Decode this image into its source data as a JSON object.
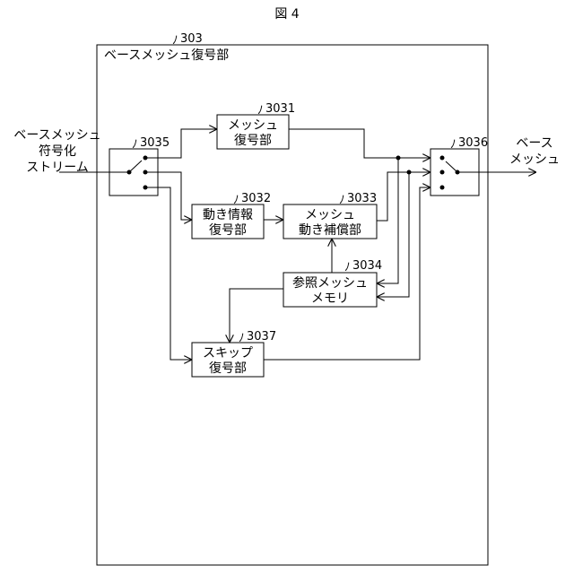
{
  "figure_title": "図 4",
  "outer_block": {
    "ref": "303",
    "label": "ベースメッシュ復号部"
  },
  "input_label": [
    "ベースメッシュ",
    "符号化",
    "ストリーム"
  ],
  "output_label": [
    "ベース",
    "メッシュ"
  ],
  "blocks": {
    "mesh_decoder": {
      "ref": "3031",
      "lines": [
        "メッシュ",
        "復号部"
      ]
    },
    "motion_info_decoder": {
      "ref": "3032",
      "lines": [
        "動き情報",
        "復号部"
      ]
    },
    "mesh_motion_comp": {
      "ref": "3033",
      "lines": [
        "メッシュ",
        "動き補償部"
      ]
    },
    "ref_mesh_memory": {
      "ref": "3034",
      "lines": [
        "参照メッシュ",
        "メモリ"
      ]
    },
    "skip_decoder": {
      "ref": "3037",
      "lines": [
        "スキップ",
        "復号部"
      ]
    }
  },
  "switches": {
    "input_switch": {
      "ref": "3035"
    },
    "output_switch": {
      "ref": "3036"
    }
  }
}
